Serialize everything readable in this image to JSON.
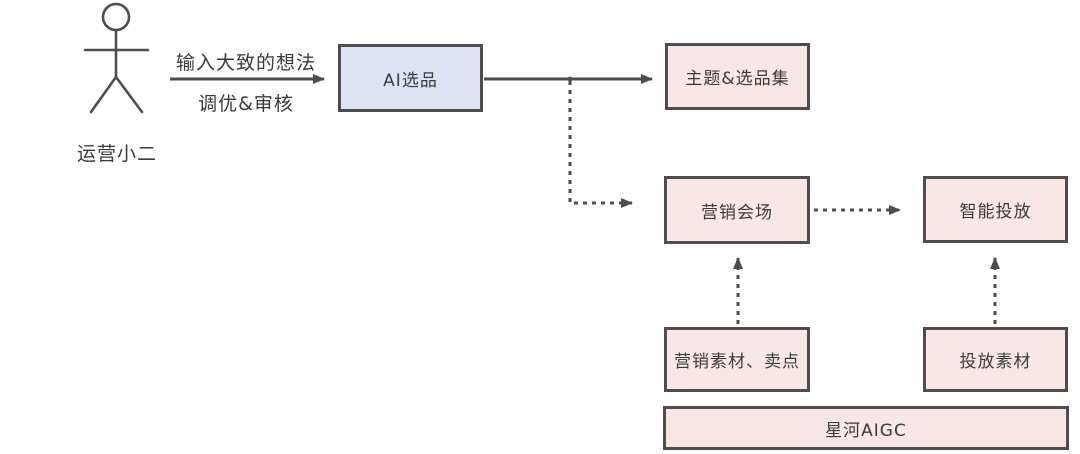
{
  "diagram": {
    "actor": {
      "label": "运营小二"
    },
    "input_edge": {
      "label_top": "输入大致的想法",
      "label_bottom": "调优&审核"
    },
    "nodes": {
      "ai_selection": "AI选品",
      "theme_collection": "主题&选品集",
      "marketing_venue": "营销会场",
      "smart_delivery": "智能投放",
      "marketing_materials": "营销素材、卖点",
      "delivery_materials": "投放素材",
      "galaxy_aigc": "星河AIGC"
    },
    "colors": {
      "node_pink_fill": "#f9e7e7",
      "node_lavender_fill": "#dee2f5",
      "node_border": "#4d4d4d",
      "line": "#4d4d4d",
      "text": "#3a3a3a",
      "background": "#ffffff"
    }
  }
}
